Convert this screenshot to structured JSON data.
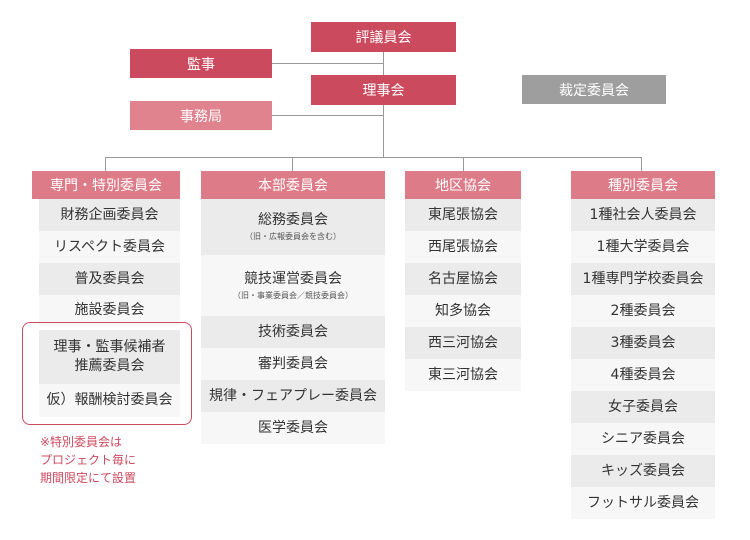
{
  "top": {
    "council": "評議員会",
    "auditor": "監事",
    "board": "理事会",
    "adjudication": "裁定委員会",
    "secretariat": "事務局"
  },
  "columns": [
    {
      "heading": "専門・特別委員会",
      "items": [
        {
          "label": "財務企画委員会"
        },
        {
          "label": "リスペクト委員会"
        },
        {
          "label": "普及委員会"
        },
        {
          "label": "施設委員会"
        }
      ],
      "special_items": [
        {
          "label": "理事・監事候補者\n推薦委員会"
        },
        {
          "label": "仮）報酬検討委員会"
        }
      ],
      "note": "※特別委員会は\nプロジェクト毎に\n期間限定にて設置"
    },
    {
      "heading": "本部委員会",
      "items": [
        {
          "label": "総務委員会",
          "sub": "（旧・広報委員会を含む）"
        },
        {
          "label": "競技運営委員会",
          "sub": "（旧・事業委員会／競技委員会）"
        },
        {
          "label": "技術委員会"
        },
        {
          "label": "審判委員会"
        },
        {
          "label": "規律・フェアプレー委員会"
        },
        {
          "label": "医学委員会"
        }
      ]
    },
    {
      "heading": "地区協会",
      "items": [
        {
          "label": "東尾張協会"
        },
        {
          "label": "西尾張協会"
        },
        {
          "label": "名古屋協会"
        },
        {
          "label": "知多協会"
        },
        {
          "label": "西三河協会"
        },
        {
          "label": "東三河協会"
        }
      ]
    },
    {
      "heading": "種別委員会",
      "items": [
        {
          "label": "1種社会人委員会"
        },
        {
          "label": "1種大学委員会"
        },
        {
          "label": "1種専門学校委員会"
        },
        {
          "label": "2種委員会"
        },
        {
          "label": "3種委員会"
        },
        {
          "label": "4種委員会"
        },
        {
          "label": "女子委員会"
        },
        {
          "label": "シニア委員会"
        },
        {
          "label": "キッズ委員会"
        },
        {
          "label": "フットサル委員会"
        }
      ]
    }
  ],
  "colors": {
    "dark": "#cc4a5e",
    "light": "#e0838f",
    "gray": "#9e9e9e",
    "connector": "#999999"
  }
}
